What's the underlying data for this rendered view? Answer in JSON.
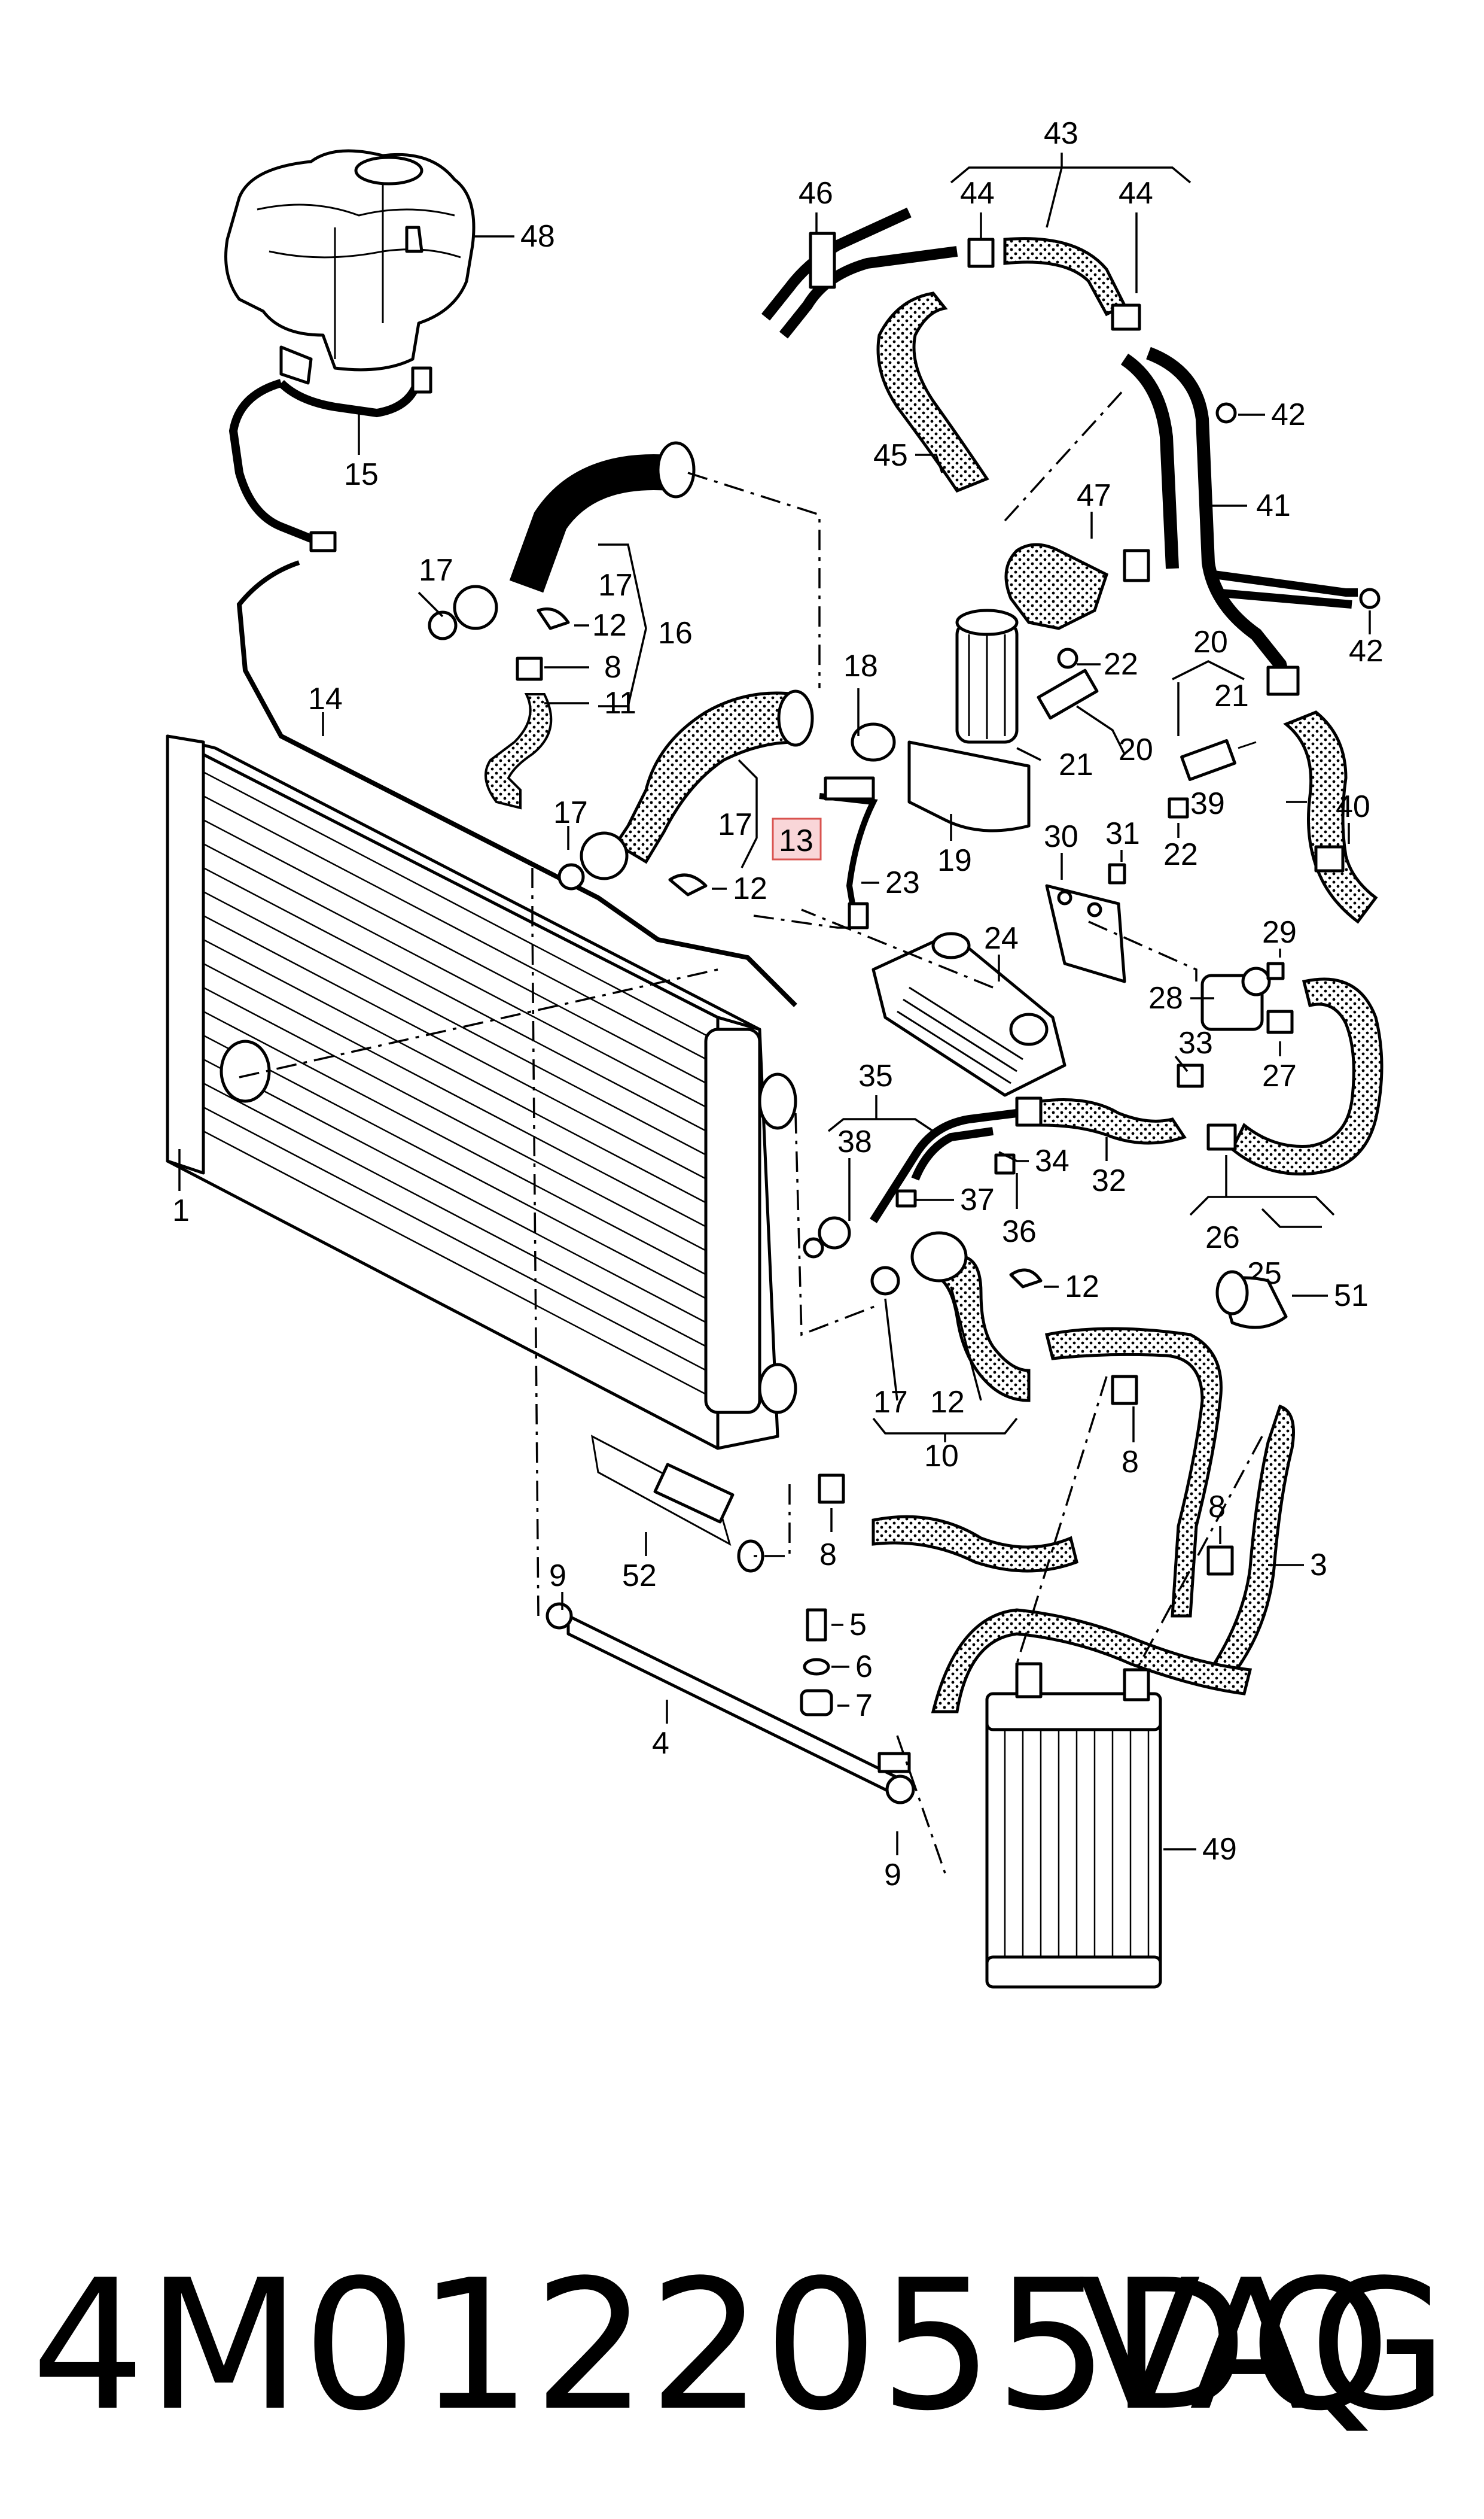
{
  "callouts": {
    "c1": "1",
    "c3": "3",
    "c4": "4",
    "c5": "5",
    "c6": "6",
    "c7": "7",
    "c8": "8",
    "c9": "9",
    "c10": "10",
    "c11": "11",
    "c12": "12",
    "c13": "13",
    "c14": "14",
    "c15": "15",
    "c16": "16",
    "c17": "17",
    "c18": "18",
    "c19": "19",
    "c20": "20",
    "c21": "21",
    "c22": "22",
    "c23": "23",
    "c24": "24",
    "c25": "25",
    "c26": "26",
    "c27": "27",
    "c28": "28",
    "c29": "29",
    "c30": "30",
    "c31": "31",
    "c32": "32",
    "c33": "33",
    "c34": "34",
    "c35": "35",
    "c36": "36",
    "c37": "37",
    "c38": "38",
    "c39": "39",
    "c40": "40",
    "c41": "41",
    "c42": "42",
    "c43": "43",
    "c44": "44",
    "c45": "45",
    "c46": "46",
    "c47": "47",
    "c48": "48",
    "c49": "49",
    "c51": "51",
    "c52": "52"
  },
  "highlighted_part": "13",
  "footer": {
    "part_number": "4M0122055DQ",
    "brand": "VAG"
  }
}
